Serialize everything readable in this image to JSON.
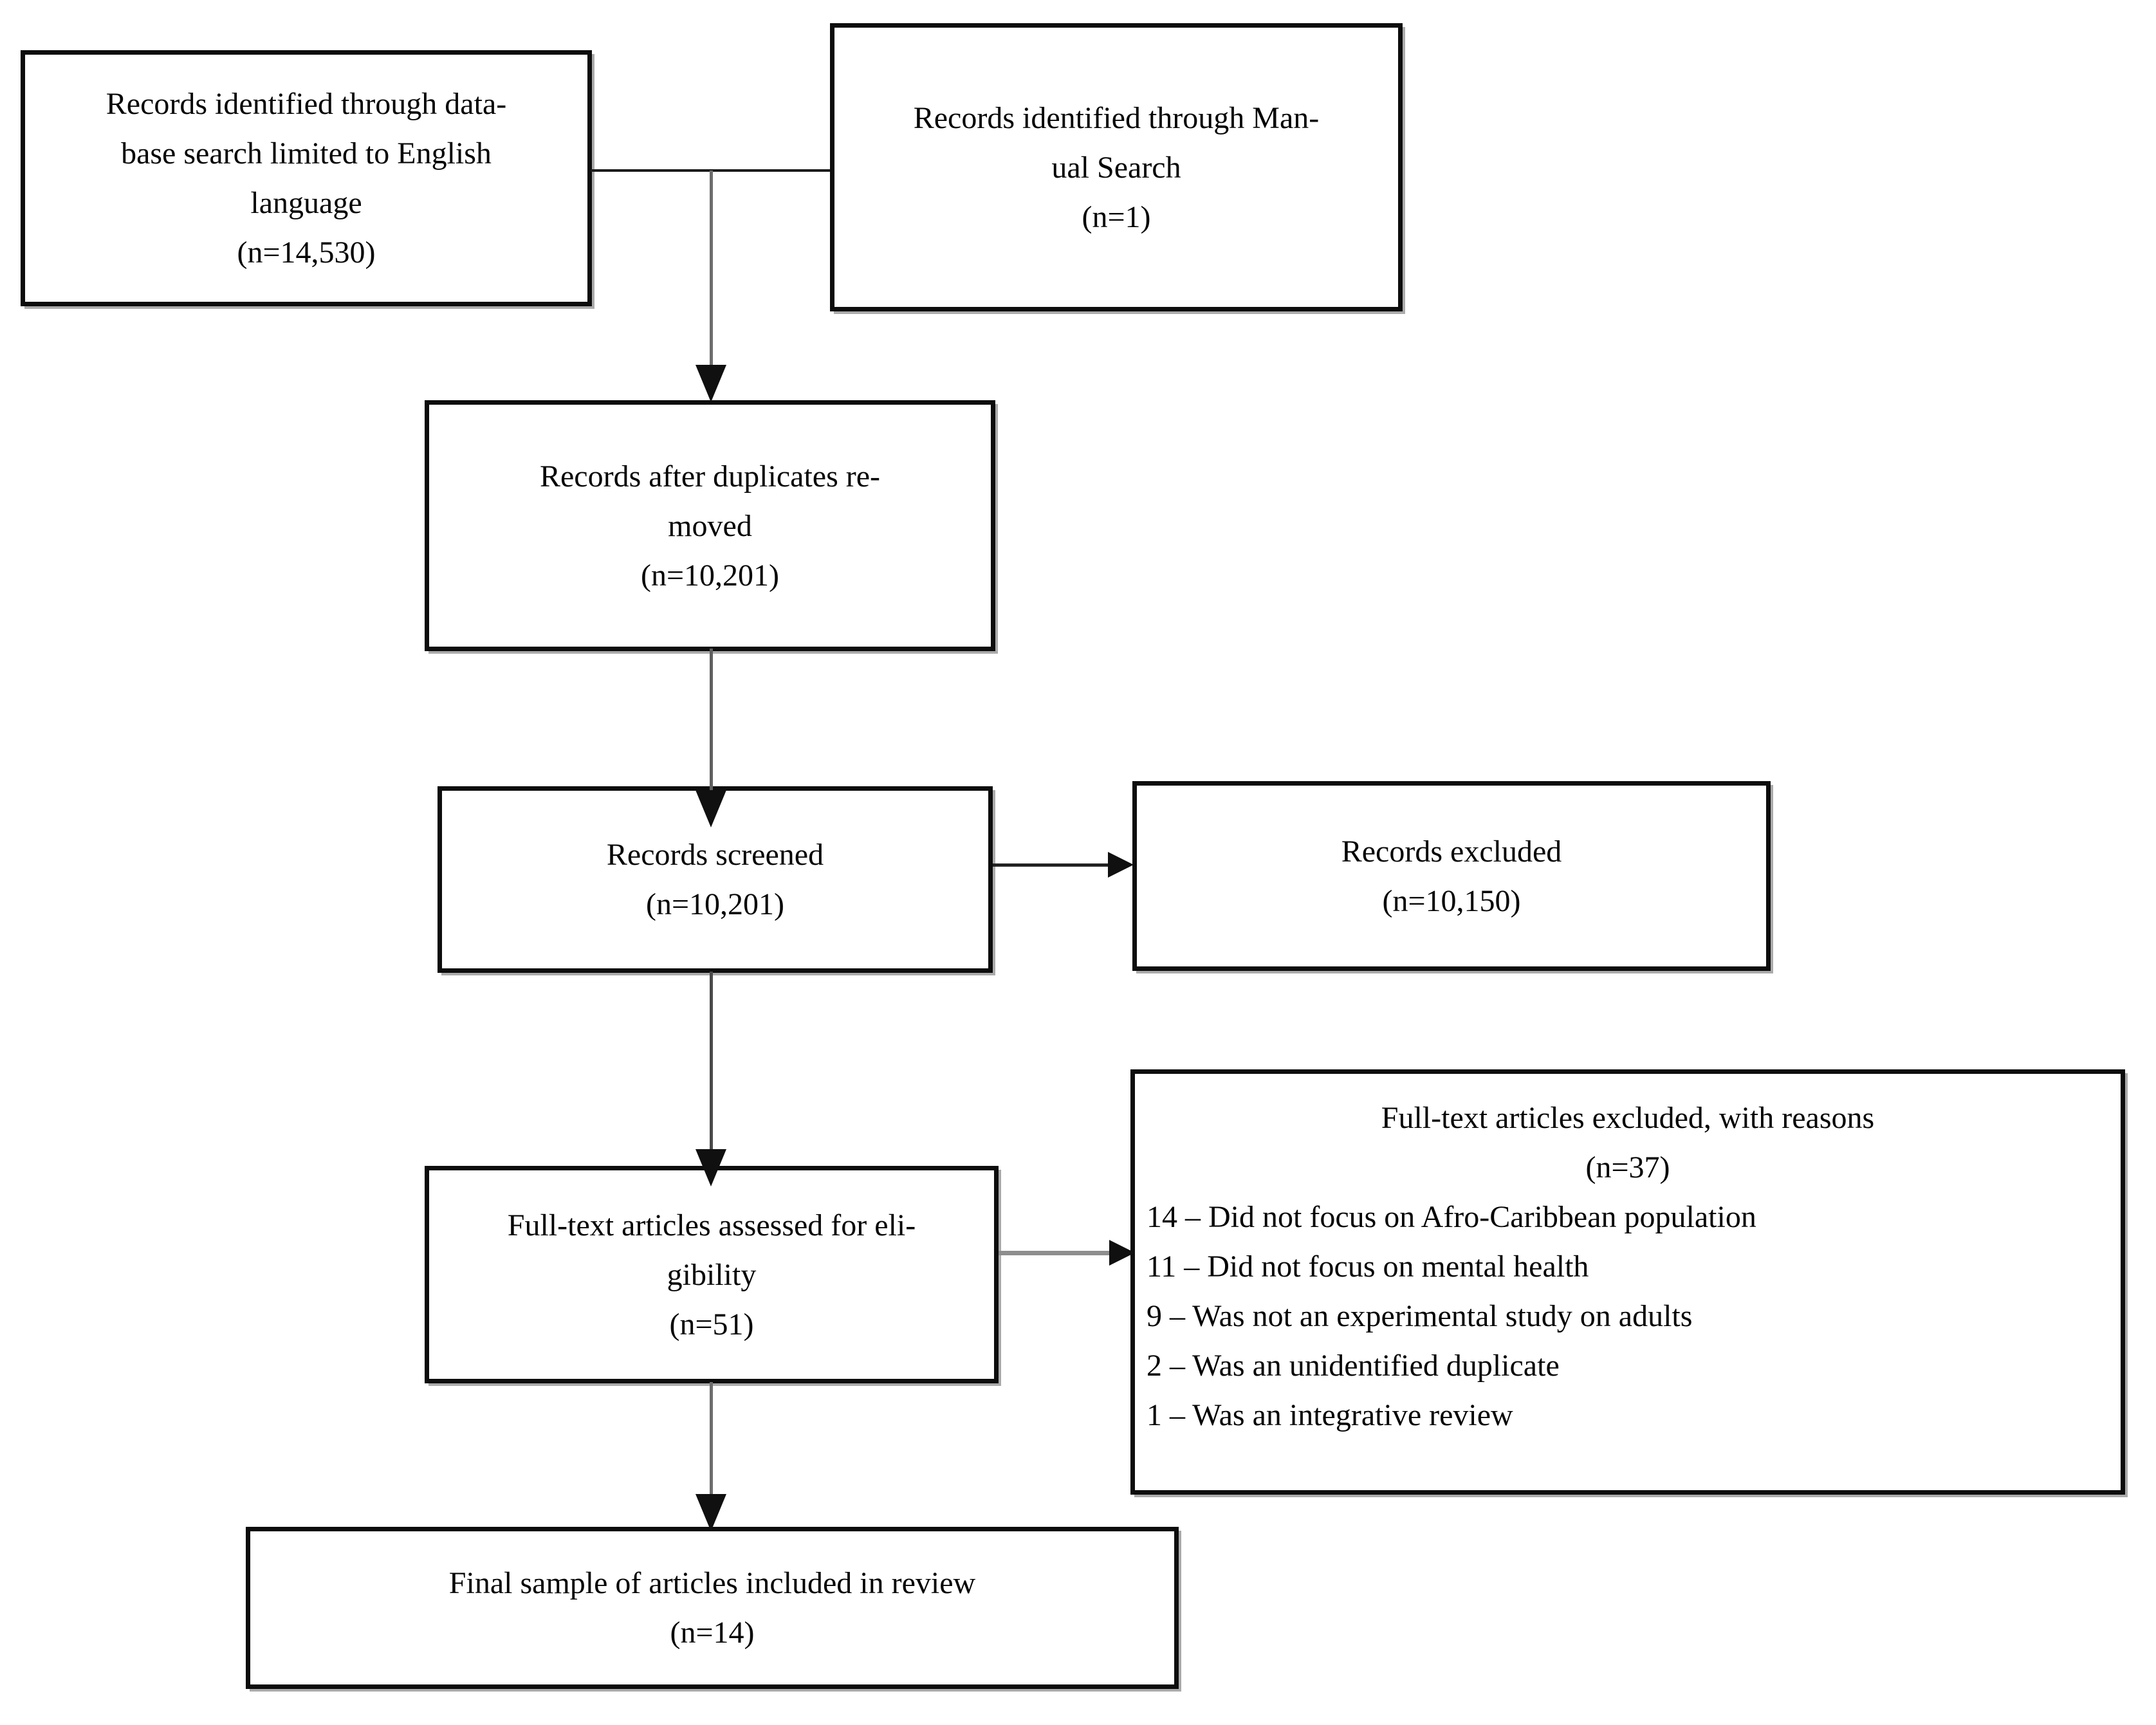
{
  "figure": {
    "type": "prisma-flow-diagram",
    "background_color": "#ffffff",
    "box_border_color": "#0d0d0d",
    "text_color": "#050505",
    "connector_gray": "#8e8e8e",
    "connector_dark": "#1b1b1b"
  },
  "boxes": {
    "database_search": {
      "lines": [
        "Records identified through data-",
        "base search limited to English",
        "language",
        "(n=14,530)"
      ]
    },
    "manual_search": {
      "lines": [
        "Records identified through Man-",
        "ual Search",
        "(n=1)"
      ]
    },
    "duplicates_removed": {
      "lines": [
        "Records after duplicates re-",
        "moved",
        "(n=10,201)"
      ]
    },
    "records_screened": {
      "lines": [
        "Records screened",
        "(n=10,201)"
      ]
    },
    "records_excluded": {
      "lines": [
        "Records excluded",
        "(n=10,150)"
      ]
    },
    "fulltext_assessed": {
      "lines": [
        "Full-text articles assessed for eli-",
        "gibility",
        "(n=51)"
      ]
    },
    "fulltext_excluded": {
      "title_lines": [
        "Full-text articles excluded, with reasons",
        "(n=37)"
      ],
      "reasons": [
        "14 – Did not focus on Afro-Caribbean population",
        "11 – Did not focus on mental health",
        "9 – Was not an experimental study on adults",
        "2 – Was an unidentified duplicate",
        "1 – Was an integrative review"
      ]
    },
    "final_sample": {
      "lines": [
        "Final sample of articles included in review",
        "(n=14)"
      ]
    }
  }
}
